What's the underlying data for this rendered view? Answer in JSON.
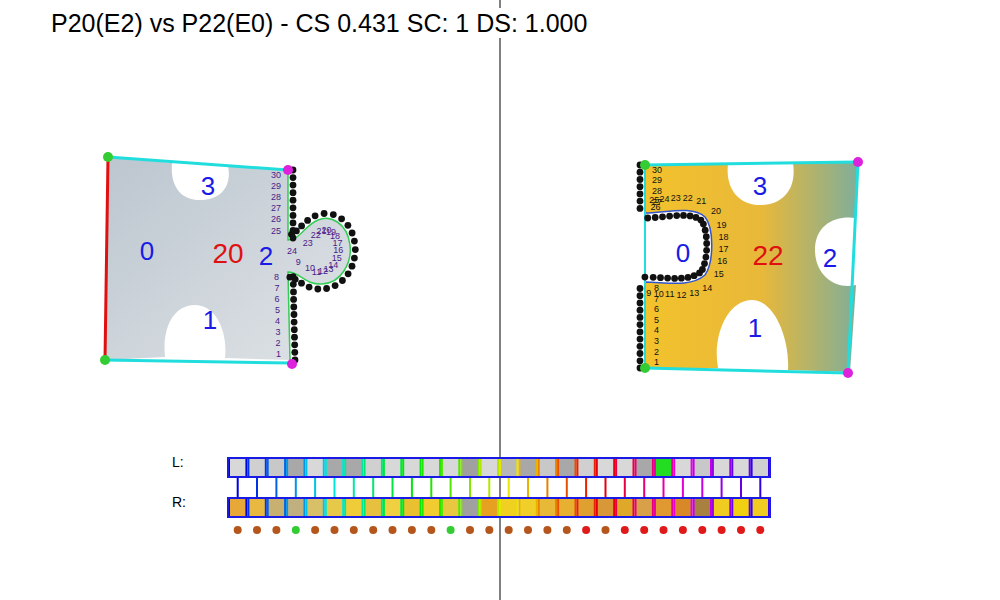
{
  "diagram": {
    "title": "P20(E2) vs P22(E0) - CS 0.431 SC: 1 DS: 1.000",
    "nodes": [
      {
        "text": [
          "0",
          "20",
          "2",
          "3",
          "1"
        ]
      },
      {
        "text": [
          "3",
          "0",
          "22",
          "2",
          "1"
        ]
      }
    ],
    "labels": [
      "1",
      "2",
      "3",
      "4",
      "5",
      "6",
      "7",
      "8",
      "9",
      "10",
      "11",
      "12",
      "13",
      "14",
      "15",
      "16",
      "17",
      "18",
      "19",
      "20",
      "21",
      "22",
      "23",
      "24",
      "25",
      "26",
      "27",
      "28",
      "29",
      "30",
      "1",
      "2",
      "3",
      "4",
      "5",
      "6",
      "7",
      "8",
      "9",
      "10",
      "11",
      "12",
      "13",
      "14",
      "15",
      "16",
      "17",
      "18",
      "19",
      "20",
      "21",
      "22",
      "23",
      "24",
      "25",
      "26",
      "27",
      "28",
      "29",
      "30",
      "L:",
      "R:"
    ]
  }
}
